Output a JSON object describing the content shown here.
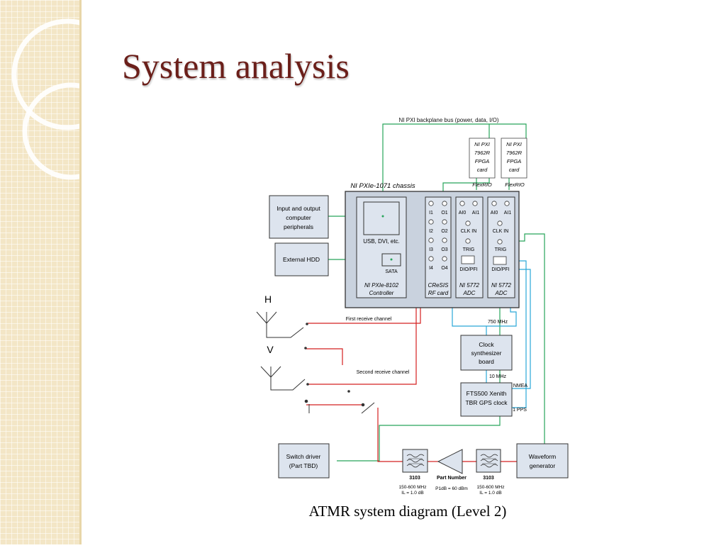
{
  "slide": {
    "title": "System analysis",
    "caption": "ATMR system diagram (Level 2)"
  },
  "diagram": {
    "backplane_label": "NI PXI backplane bus (power, data, I/O)",
    "chassis_label": "NI PXIe-1071 chassis",
    "fpga_cards": [
      {
        "lines": [
          "NI PXI",
          "7962R",
          "FPGA",
          "card"
        ],
        "flexrio": "FlexRIO"
      },
      {
        "lines": [
          "NI PXI",
          "7962R",
          "FPGA",
          "card"
        ],
        "flexrio": "FlexRIO"
      }
    ],
    "peripherals": {
      "lines": [
        "Input and output",
        "computer",
        "peripherals"
      ]
    },
    "external_hdd": "External HDD",
    "controller": {
      "usb": "USB, DVI, etc.",
      "sata": "SATA",
      "name": [
        "NI PXIe-8102",
        "Controller"
      ]
    },
    "rf_card": {
      "ports_left": [
        "I1",
        "I2",
        "I3",
        "I4"
      ],
      "ports_right": [
        "O1",
        "O2",
        "O3",
        "O4"
      ],
      "name": [
        "CReSIS",
        "RF card"
      ]
    },
    "adc_cards": [
      {
        "ai": [
          "AI0",
          "AI1"
        ],
        "clk": "CLK IN",
        "trig": "TRIG",
        "dio": "DIO/PFI",
        "name": [
          "NI 5772",
          "ADC"
        ]
      },
      {
        "ai": [
          "AI0",
          "AI1"
        ],
        "clk": "CLK IN",
        "trig": "TRIG",
        "dio": "DIO/PFI",
        "name": [
          "NI 5772",
          "ADC"
        ]
      }
    ],
    "antenna_h": "H",
    "antenna_v": "V",
    "first_channel": "First receive channel",
    "second_channel": "Second receive channel",
    "freq_750": "750 MHz",
    "clock_synth": {
      "lines": [
        "Clock",
        "synthesizer",
        "board"
      ]
    },
    "freq_10": "10 MHz",
    "nmea": "NMEA",
    "gps_clock": {
      "lines": [
        "FTS500 Xenith",
        "TBR GPS clock"
      ]
    },
    "pps": "1 PPS",
    "switch_driver": {
      "lines": [
        "Switch driver",
        "(Part TBD)"
      ]
    },
    "waveform_gen": {
      "lines": [
        "Waveform",
        "generator"
      ]
    },
    "filter_left": {
      "id": "3103",
      "spec": [
        "150-600 MHz",
        "IL = 1.0 dB"
      ]
    },
    "amplifier": {
      "id": "Part Number",
      "spec": "P1dB = 60 dBm"
    },
    "filter_right": {
      "id": "3103",
      "spec": [
        "150-600 MHz",
        "IL = 1.0 dB"
      ]
    }
  },
  "colors": {
    "title": "#6b1f1a",
    "green": "#27a55a",
    "red": "#d42020",
    "blue": "#2aa8d8",
    "box_fill": "#dde4ee",
    "chassis_fill": "#c9d2de"
  }
}
